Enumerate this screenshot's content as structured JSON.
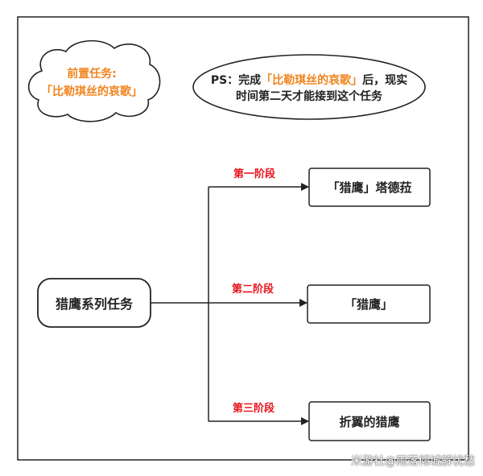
{
  "colors": {
    "ink": "#222222",
    "highlight": "#f0841e",
    "stage": "#e8141c"
  },
  "cloud": {
    "line1": "前置任务:",
    "line2": "「比勒琪丝的哀歌」"
  },
  "ps_note": {
    "prefix": "PS：完成",
    "highlight": "「比勒琪丝的哀歌」",
    "suffix": "后，现实",
    "line2": "时间第二天才能接到这个任务"
  },
  "root": {
    "label": "猎鹰系列任务"
  },
  "stages": [
    {
      "stage_label": "第一阶段",
      "task": "「猎鹰」塔德菈"
    },
    {
      "stage_label": "第二阶段",
      "task": "「猎鹰」"
    },
    {
      "stage_label": "第三阶段",
      "task": "折翼的猎鹰"
    }
  ],
  "watermark": "米游社@雨落倾城解忧愁"
}
